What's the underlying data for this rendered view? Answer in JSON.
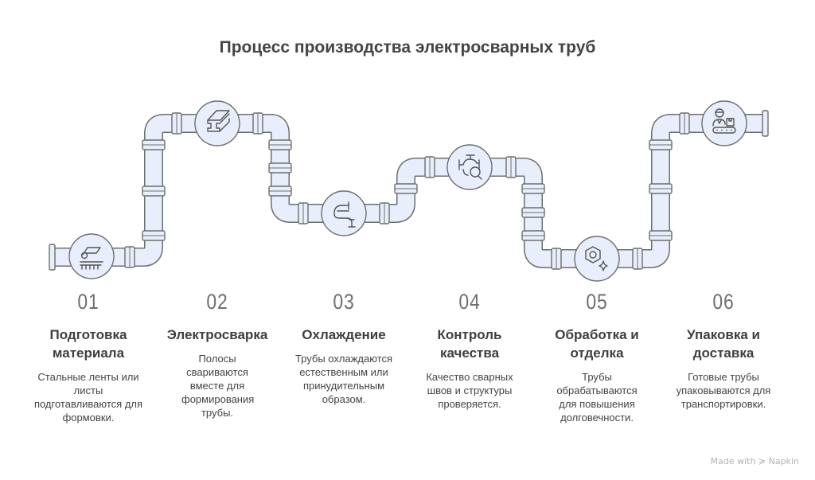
{
  "title": "Процесс производства электросварных труб",
  "colors": {
    "pipe_fill": "#e8eefb",
    "pipe_stroke": "#6e6e6e",
    "text": "#3f3f3f",
    "background": "#ffffff"
  },
  "steps": [
    {
      "number": "01",
      "heading": "Подготовка материала",
      "description": "Стальные ленты или листы подготавливаются для формовки.",
      "icon": "sheet-metal-roller-icon"
    },
    {
      "number": "02",
      "heading": "Электросварка",
      "description": "Полосы свариваются вместе для формирования трубы.",
      "icon": "steel-beam-icon"
    },
    {
      "number": "03",
      "heading": "Охлаждение",
      "description": "Трубы охлаждаются естественным или принудительным образом.",
      "icon": "pipe-faucet-icon"
    },
    {
      "number": "04",
      "heading": "Контроль качества",
      "description": "Качество сварных швов и структуры проверяется.",
      "icon": "valve-inspection-icon"
    },
    {
      "number": "05",
      "heading": "Обработка и отделка",
      "description": "Трубы обрабатываются для повышения долговечности.",
      "icon": "hex-nut-sparkle-icon"
    },
    {
      "number": "06",
      "heading": "Упаковка и доставка",
      "description": "Готовые трубы упаковываются для транспортировки.",
      "icon": "worker-conveyor-icon"
    }
  ],
  "footer": "Made with ≽ Napkin"
}
